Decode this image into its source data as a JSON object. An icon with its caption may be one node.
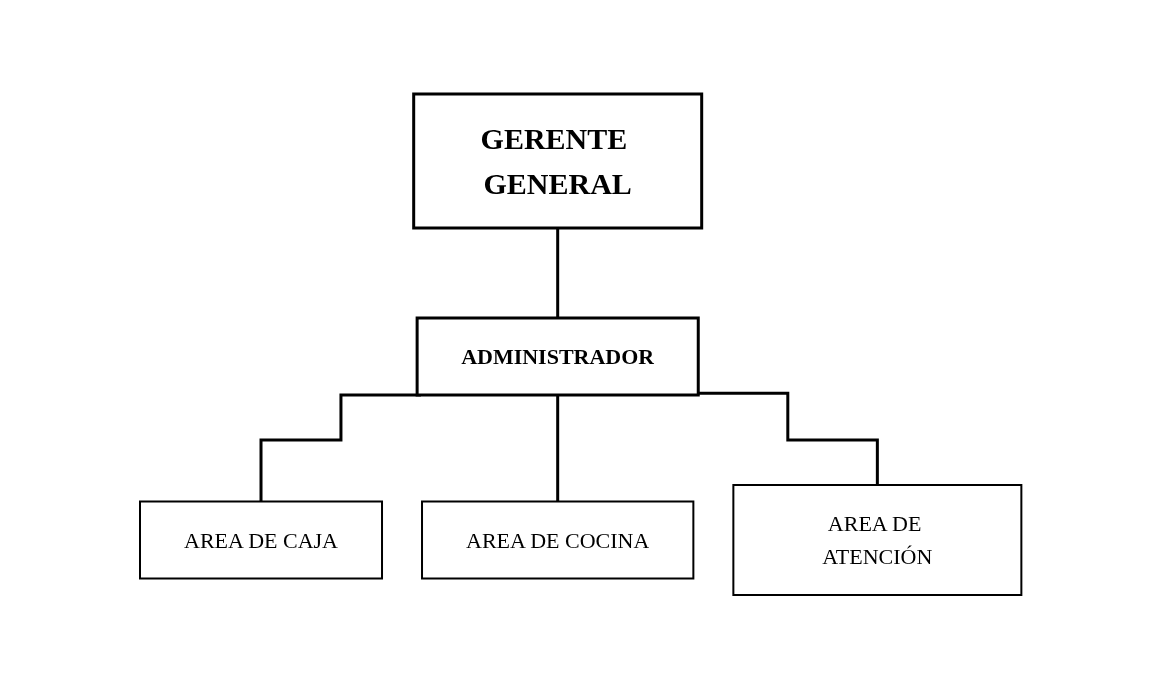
{
  "diagram": {
    "nodes": [
      {
        "text": [
          "GERENTE GENERAL"
        ]
      },
      {
        "text": [
          "ADMINISTRADOR"
        ]
      },
      {
        "text": [
          "AREA DE CAJA"
        ]
      },
      {
        "text": [
          "AREA DE COCINA"
        ]
      },
      {
        "text": [
          "AREA DE ATENCIÓN"
        ]
      }
    ],
    "edges": [
      {
        "from": 0,
        "to": 1,
        "arrow": "none"
      },
      {
        "from": 1,
        "to": 2,
        "arrow": "none"
      },
      {
        "from": 1,
        "to": 3,
        "arrow": "none"
      },
      {
        "from": 1,
        "to": 4,
        "arrow": "none"
      }
    ]
  }
}
